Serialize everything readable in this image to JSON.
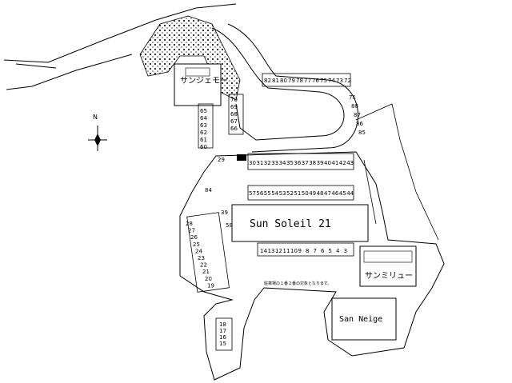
{
  "buildings": {
    "sun_soleil": "Sun Soleil 21",
    "sun_gemo": "サンジェモー",
    "sun_mireu": "サンミリュー",
    "san_neige": "San Neige"
  },
  "labels": {
    "note": "駐車場の１番２番の対象となります。",
    "top_row": [
      "30",
      "31",
      "32",
      "33",
      "34",
      "35",
      "36",
      "37",
      "38",
      "39",
      "40",
      "41",
      "42",
      "43"
    ],
    "mid_row": [
      "57",
      "56",
      "55",
      "54",
      "53",
      "52",
      "51",
      "50",
      "49",
      "48",
      "47",
      "46",
      "45",
      "44"
    ],
    "bottom_row": [
      "14",
      "13",
      "12",
      "11",
      "10",
      "9",
      "8",
      "7",
      "6",
      "5",
      "4",
      "3"
    ],
    "left_row": [
      "28",
      "27",
      "26",
      "25",
      "24",
      "23",
      "22",
      "21",
      "20",
      "19"
    ],
    "lower_left": [
      "18",
      "17",
      "16",
      "15"
    ],
    "mid_left": [
      "65",
      "64",
      "63",
      "62",
      "61",
      "60"
    ],
    "mid_left2": [
      "70",
      "69",
      "68",
      "67",
      "66"
    ],
    "upper_row": [
      "82",
      "81",
      "80",
      "79",
      "78",
      "77",
      "76",
      "75",
      "74",
      "73",
      "72"
    ],
    "curve": [
      "71",
      "88",
      "87",
      "86",
      "85"
    ],
    "misc": [
      "29",
      "39",
      "58",
      "84"
    ]
  },
  "icons": {
    "compass": "north-arrow-icon"
  }
}
